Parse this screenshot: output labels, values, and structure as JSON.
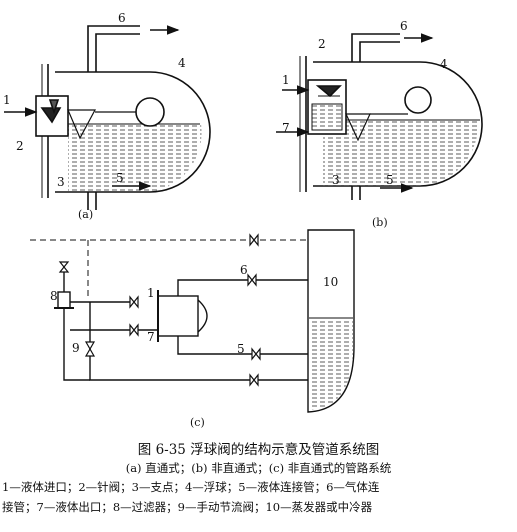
{
  "figure": {
    "title": "图 6-35   浮球阀的结构示意及管道系统图",
    "subtitle": "(a) 直通式；(b) 非直通式；(c) 非直通式的管路系统",
    "legend_line1": "1—液体进口；2—针阀；3—支点；4—浮球；5—液体连接管；6—气体连",
    "legend_line2": "接管；7—液体出口；8—过滤器；9—手动节流阀；10—蒸发器或中冷器"
  },
  "diagram_a": {
    "panel_label": "(a)",
    "labels": {
      "l1": "1",
      "l2": "2",
      "l3": "3",
      "l4": "4",
      "l5": "5",
      "l6": "6"
    }
  },
  "diagram_b": {
    "panel_label": "(b)",
    "labels": {
      "l1": "1",
      "l2": "2",
      "l3": "3",
      "l4": "4",
      "l5": "5",
      "l6": "6",
      "l7": "7"
    }
  },
  "diagram_c": {
    "panel_label": "(c)",
    "labels": {
      "l1": "1",
      "l5": "5",
      "l6": "6",
      "l7": "7",
      "l8": "8",
      "l9": "9",
      "l10": "10"
    }
  },
  "colors": {
    "ink": "#111111",
    "liquid_hatch": "#333333"
  }
}
